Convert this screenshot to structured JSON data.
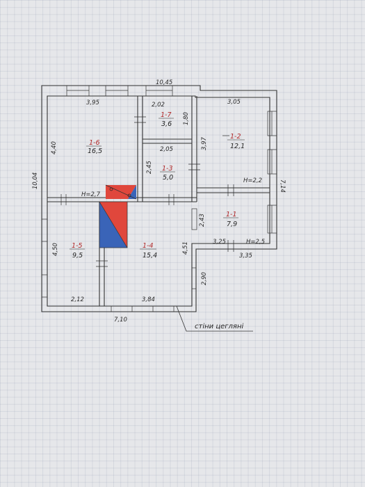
{
  "total_dimensions": {
    "width_top": "10,45",
    "height_left": "10,04",
    "width_bottom": "7,10",
    "height_right": "7,14"
  },
  "rooms": [
    {
      "id": "1-6",
      "area": "16,5",
      "dims": [
        "3,95",
        "4,40"
      ]
    },
    {
      "id": "1-7",
      "area": "3,6",
      "dims": [
        "2,02",
        "1,80"
      ]
    },
    {
      "id": "1-3",
      "area": "5,0",
      "dims": [
        "2,05",
        "2,45"
      ]
    },
    {
      "id": "1-2",
      "area": "12,1",
      "dims": [
        "3,05",
        "3,97"
      ]
    },
    {
      "id": "1-1",
      "area": "7,9",
      "dims": [
        "3,25",
        "2,43",
        "3,35"
      ]
    },
    {
      "id": "1-5",
      "area": "9,5",
      "dims": [
        "4,50",
        "2,12"
      ]
    },
    {
      "id": "1-4",
      "area": "15,4",
      "dims": [
        "4,51",
        "3,84",
        "2,90"
      ]
    }
  ],
  "heights": [
    "H=2,7",
    "H=2,2",
    "H=2,5"
  ],
  "wall_note": "стіни цегляні",
  "colors": {
    "room_number": "#b02828",
    "stove_red": "#e0473c",
    "stove_blue": "#3a64b8",
    "lines": "#333333",
    "grid_paper": "#e6e7ea"
  }
}
